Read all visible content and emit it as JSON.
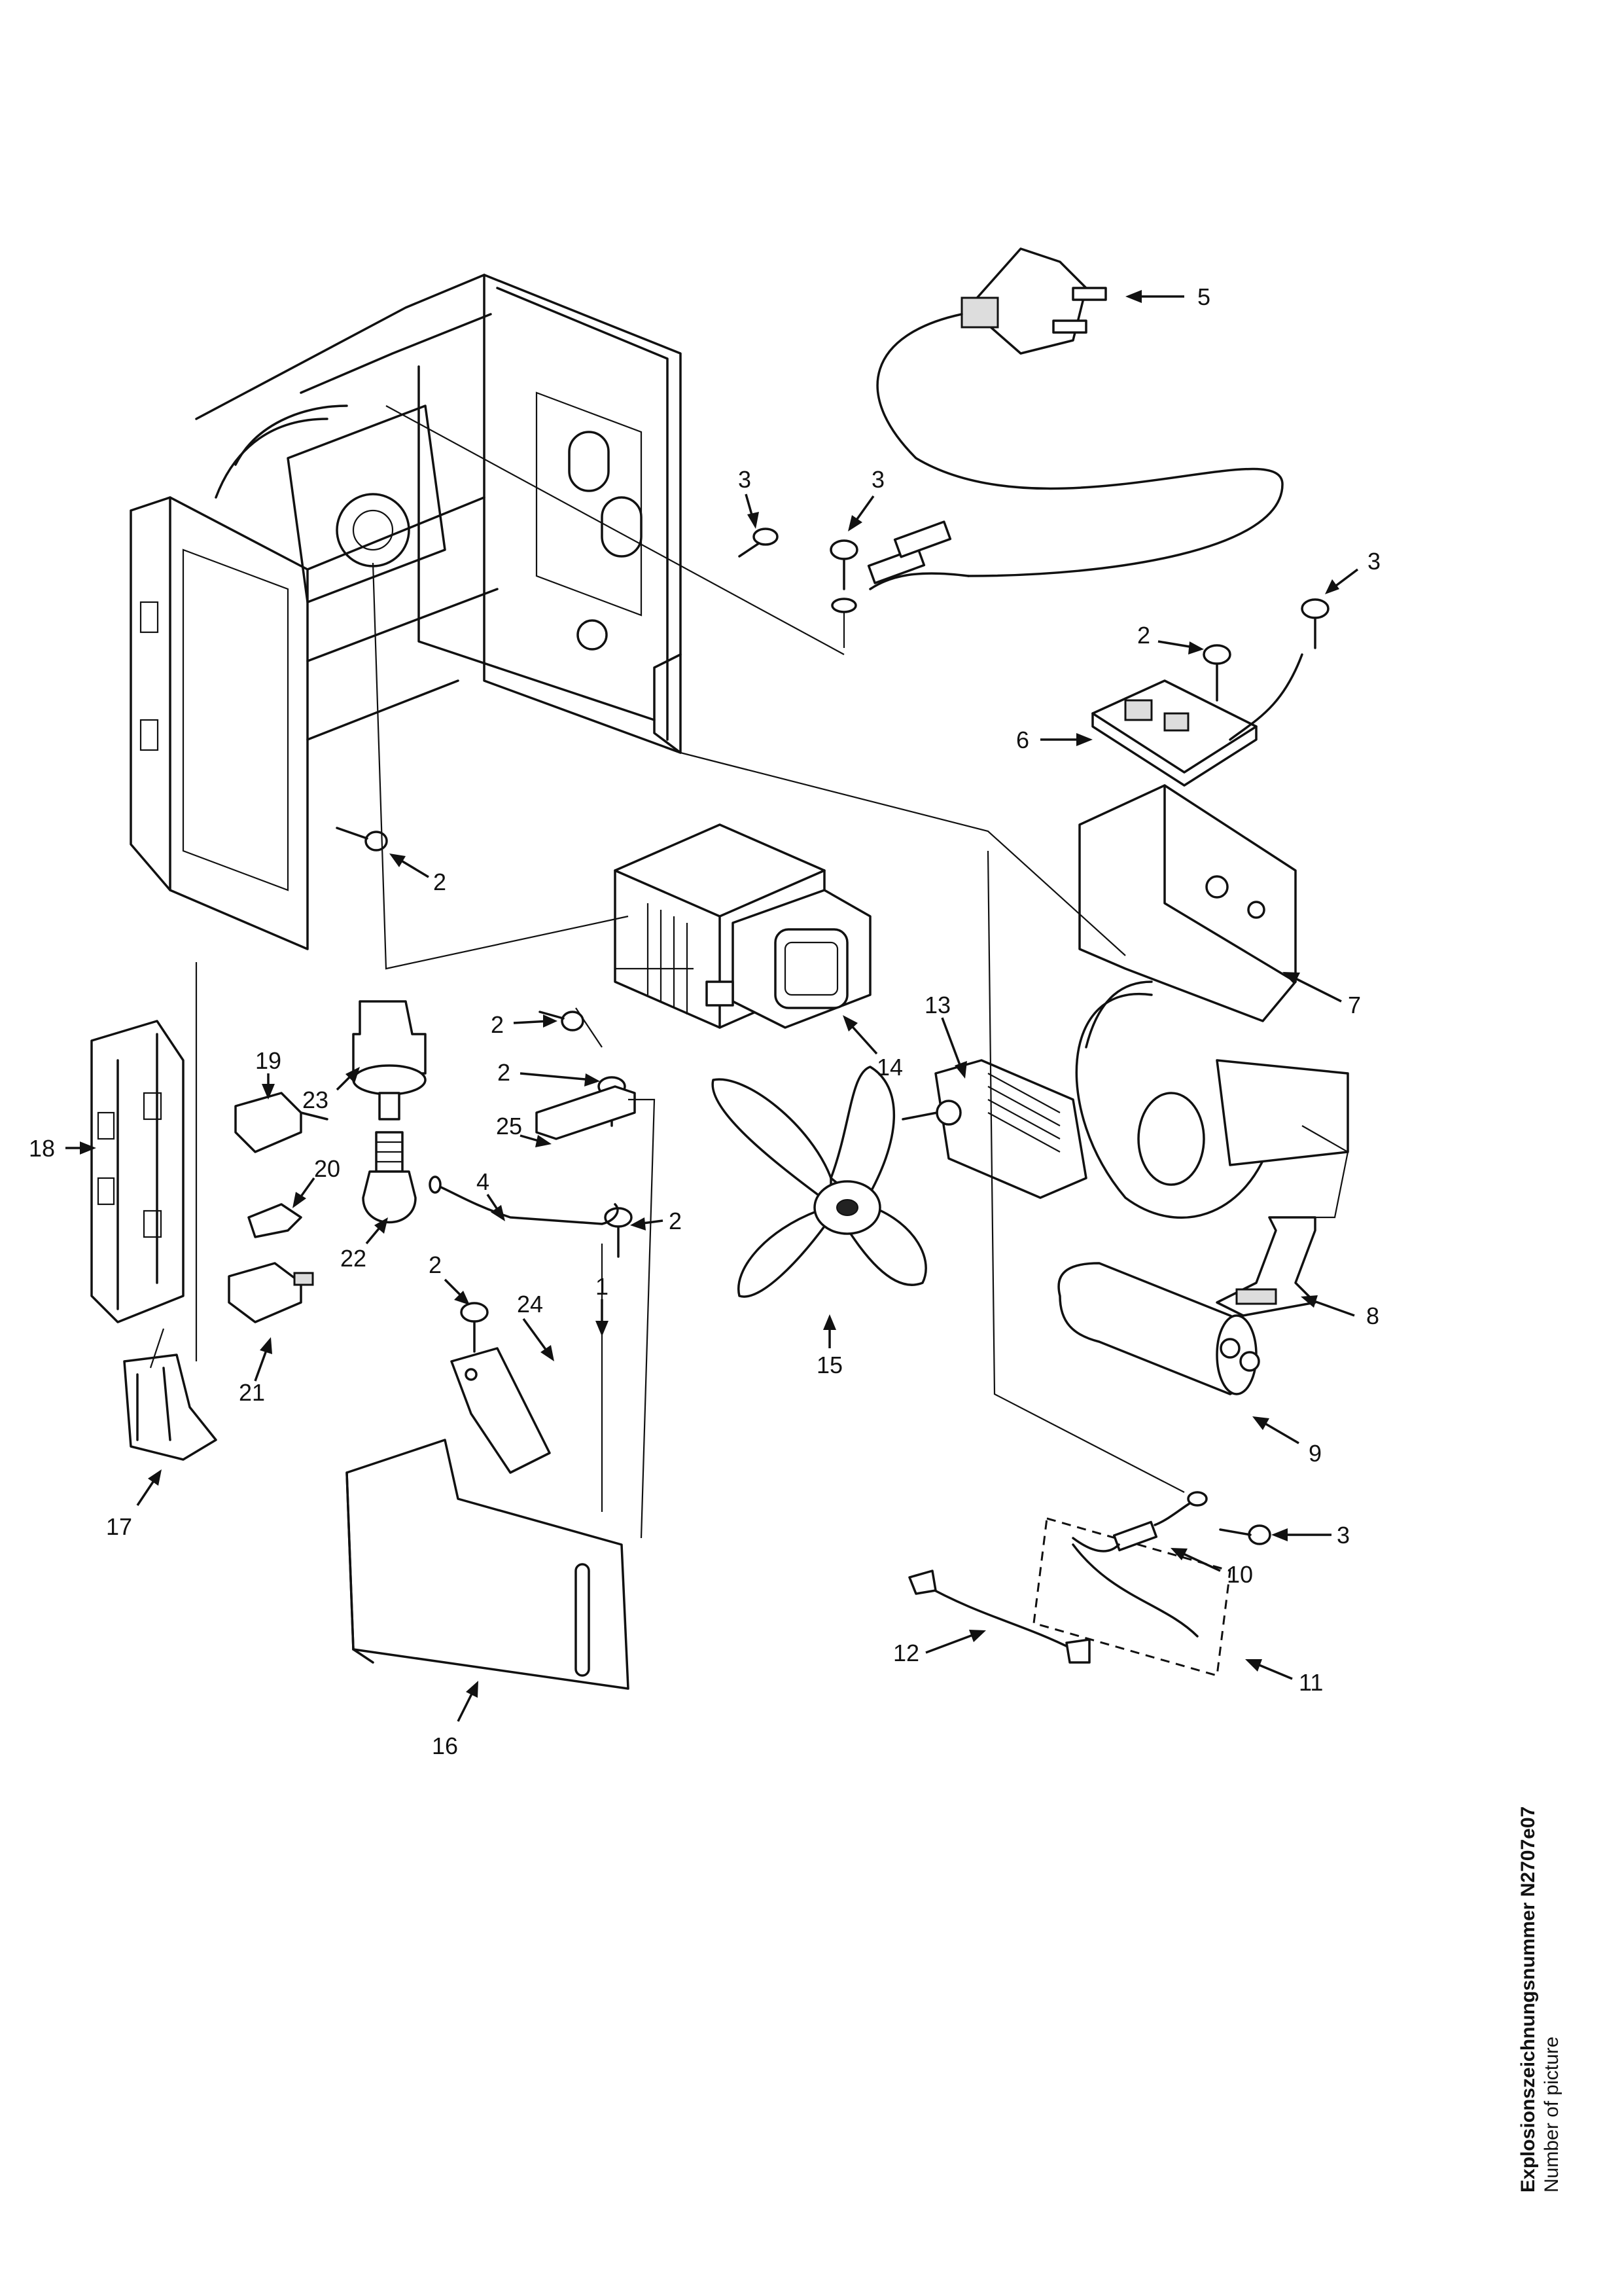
{
  "callouts": [
    "1",
    "2",
    "3",
    "4",
    "5",
    "6",
    "7",
    "8",
    "9",
    "10",
    "11",
    "12",
    "13",
    "14",
    "15",
    "16",
    "17",
    "18",
    "19",
    "20",
    "21",
    "22",
    "23",
    "24",
    "25"
  ],
  "side_caption": {
    "line1": "Explosionszeichnungsnummer N2707e07",
    "line2": "Number of picture"
  }
}
